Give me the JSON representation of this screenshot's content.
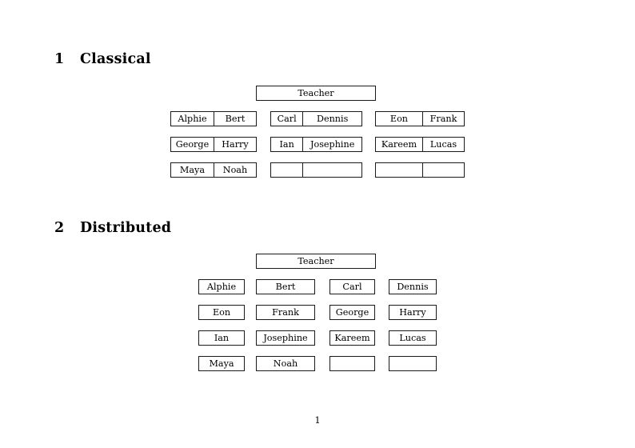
{
  "document": {
    "page_number": "1"
  },
  "sections": [
    {
      "number": "1",
      "title": "Classical",
      "root": {
        "label": "Teacher"
      },
      "layout": "paired-cells",
      "rows": [
        {
          "groups": [
            {
              "cells": [
                "Alphie",
                "Bert"
              ]
            },
            {
              "cells": [
                "Carl",
                "Dennis"
              ]
            },
            {
              "cells": [
                "Eon",
                "Frank"
              ]
            }
          ]
        },
        {
          "groups": [
            {
              "cells": [
                "George",
                "Harry"
              ]
            },
            {
              "cells": [
                "Ian",
                "Josephine"
              ]
            },
            {
              "cells": [
                "Kareem",
                "Lucas"
              ]
            }
          ]
        },
        {
          "groups": [
            {
              "cells": [
                "Maya",
                "Noah"
              ]
            },
            {
              "cells": [
                "",
                ""
              ]
            },
            {
              "cells": [
                "",
                ""
              ]
            }
          ]
        }
      ]
    },
    {
      "number": "2",
      "title": "Distributed",
      "root": {
        "label": "Teacher"
      },
      "layout": "single-cells",
      "rows": [
        {
          "cells": [
            "Alphie",
            "Bert",
            "Carl",
            "Dennis"
          ]
        },
        {
          "cells": [
            "Eon",
            "Frank",
            "George",
            "Harry"
          ]
        },
        {
          "cells": [
            "Ian",
            "Josephine",
            "Kareem",
            "Lucas"
          ]
        },
        {
          "cells": [
            "Maya",
            "Noah",
            "",
            ""
          ]
        }
      ]
    }
  ],
  "colors": {
    "page_background": "#ffffff",
    "text": "#000000",
    "box_border": "#1a1a1a"
  }
}
